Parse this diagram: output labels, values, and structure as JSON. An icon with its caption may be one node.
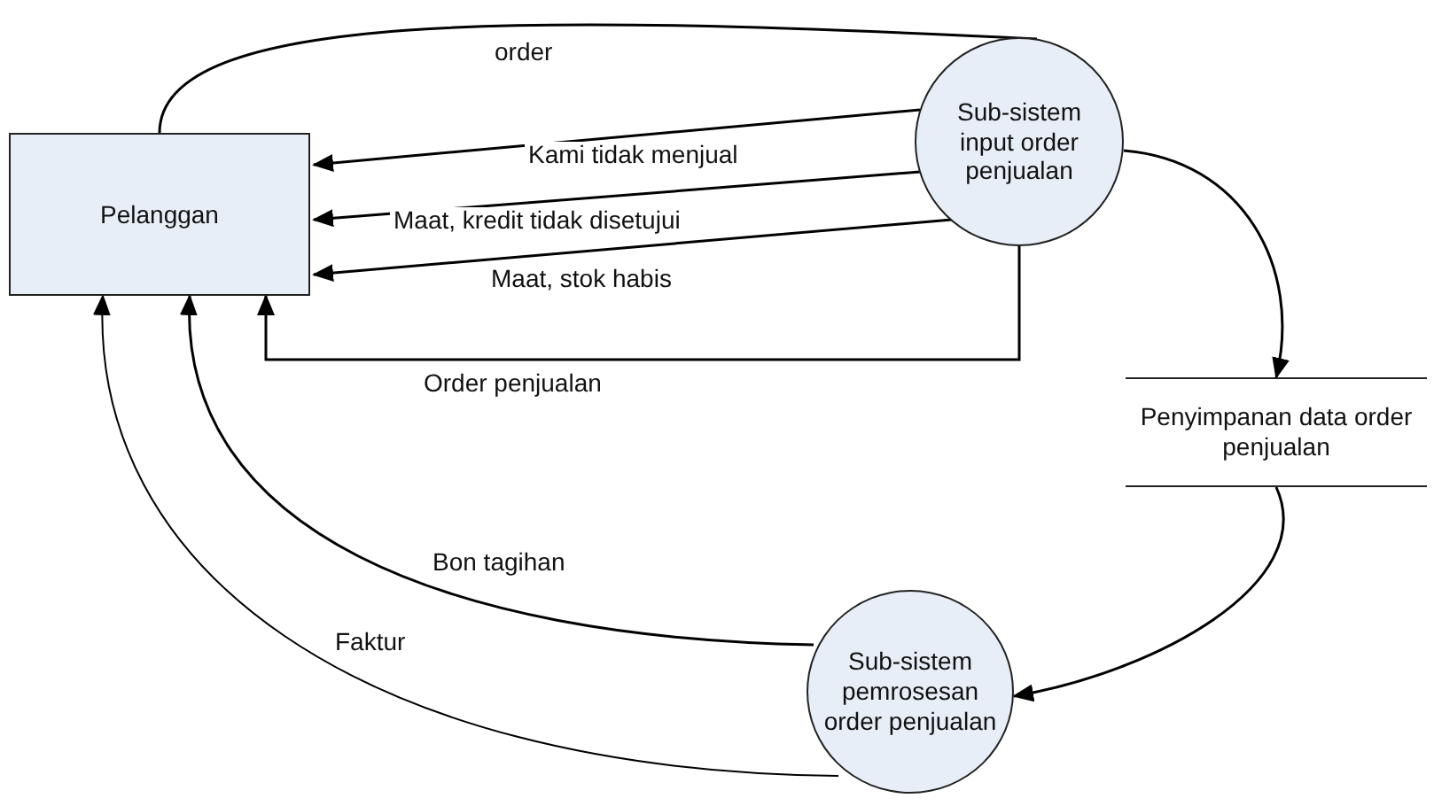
{
  "diagram": {
    "nodes": [
      {
        "text": [
          "Pelanggan"
        ]
      },
      {
        "text": [
          "Sub-sistem input order penjualan"
        ]
      },
      {
        "text": [
          "Penyimpanan data order penjualan"
        ]
      },
      {
        "text": [
          "Sub-sistem pemrosesan order penjualan"
        ]
      }
    ],
    "edges": [
      {
        "from": 0,
        "to": 1,
        "label": "order",
        "arrow": "none"
      },
      {
        "from": 1,
        "to": 0,
        "label": "Kami tidak menjual",
        "arrow": "to"
      },
      {
        "from": 1,
        "to": 0,
        "label": "Maat, kredit tidak disetujui",
        "arrow": "to"
      },
      {
        "from": 1,
        "to": 0,
        "label": "Maat, stok habis",
        "arrow": "to"
      },
      {
        "from": 1,
        "to": 0,
        "label": "Order penjualan",
        "arrow": "to"
      },
      {
        "from": 1,
        "to": 2,
        "arrow": "to"
      },
      {
        "from": 2,
        "to": 3,
        "arrow": "to"
      },
      {
        "from": 3,
        "to": 0,
        "label": "Bon tagihan",
        "arrow": "to"
      },
      {
        "from": 3,
        "to": 0,
        "label": "Faktur",
        "arrow": "to"
      }
    ]
  }
}
